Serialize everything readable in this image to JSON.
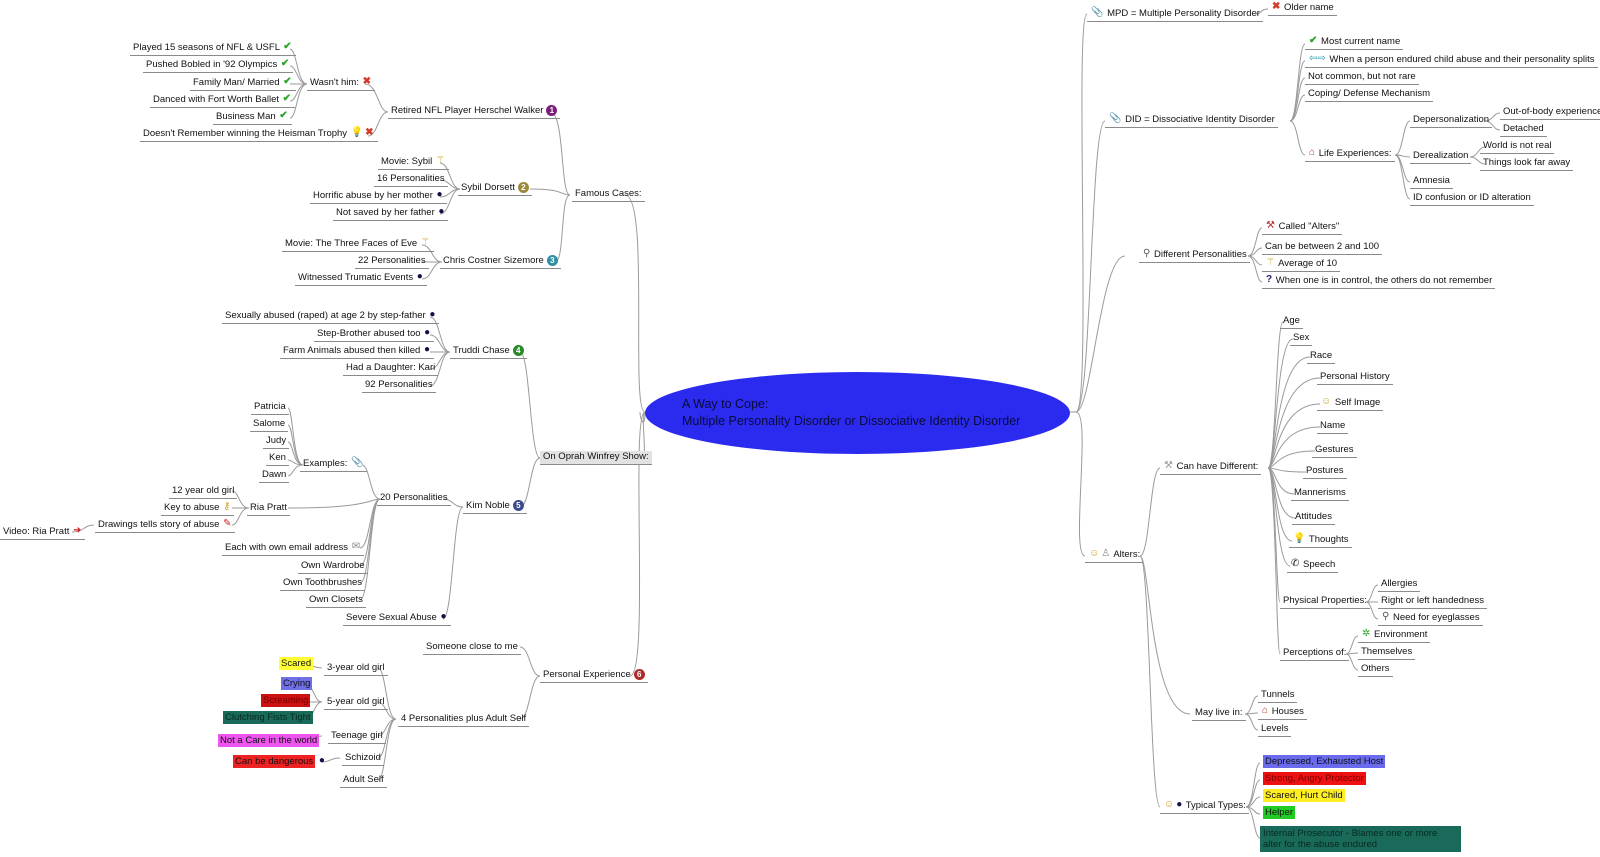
{
  "central": {
    "line1": "A Way to Cope:",
    "line2": "Multiple Personality Disorder or Dissociative Identity Disorder"
  },
  "left": {
    "famous_cases": "Famous Cases:",
    "herschel": "Retired NFL Player  Herschel Walker",
    "herschel_num": "1",
    "wasnt_him": "Wasn't him:",
    "nfl": "Played 15 seasons of NFL & USFL",
    "bobled": "Pushed Bobled in '92 Olympics",
    "family": "Family Man/ Married",
    "ballet": "Danced with Fort Worth Ballet",
    "business": "Business Man",
    "heisman": "Doesn't Remember winning the Heisman Trophy",
    "sybil": "Sybil Dorsett",
    "sybil_num": "2",
    "sybil_movie": "Movie: Sybil",
    "sybil_16": "16 Personalities",
    "sybil_abuse": "Horrific abuse by her mother",
    "sybil_father": "Not saved by her father",
    "chris": "Chris Costner Sizemore",
    "chris_num": "3",
    "chris_movie": "Movie: The Three Faces of Eve",
    "chris_22": "22 Personalities",
    "chris_witness": "Witnessed Trumatic Events",
    "oprah": "On Oprah Winfrey Show:",
    "truddi": "Truddi Chase",
    "truddi_num": "4",
    "truddi_1": "Sexually abused (raped) at age 2 by step-father",
    "truddi_2": "Step-Brother abused too",
    "truddi_3": "Farm Animals abused then killed",
    "truddi_4": "Had a Daughter: Kari",
    "truddi_5": "92 Personalities",
    "kim": "Kim Noble",
    "kim_num": "5",
    "kim_20": "20 Personalities",
    "examples": "Examples:",
    "ex": [
      "Patricia",
      "Salome",
      "Judy",
      "Ken",
      "Dawn"
    ],
    "ria": "Ria Pratt",
    "ria_1": "12 year old girl",
    "ria_2": "Key to abuse",
    "ria_3": "Drawings tells story of abuse",
    "ria_video": "Video: Ria Pratt",
    "kim_email": "Each with own email address",
    "kim_wardrobe": "Own Wardrobe",
    "kim_tooth": "Own Toothbrushes",
    "kim_closets": "Own Closets",
    "kim_severe": "Severe Sexual Abuse",
    "personal": "Personal Experience",
    "personal_num": "6",
    "someone": "Someone close to me",
    "four": "4 Personalities plus Adult Self",
    "girl3": "3-year old girl",
    "scared": "Scared",
    "girl5": "5-year old girl",
    "crying": "Crying",
    "screaming": "Screaming",
    "clutching": "Clutching Fists Tight",
    "teen": "Teenage girl",
    "notcare": "Not a Care in the world",
    "schizoid": "Schizoid",
    "dangerous": "Can be dangerous",
    "adult": "Adult Self"
  },
  "right": {
    "mpd": "MPD = Multiple Personality Disorder",
    "older": "Older name",
    "did": "DID = Dissociative Identity Disorder",
    "current": "Most current name",
    "splits": "When a person endured child abuse and their personality splits",
    "notcommon": "Not common, but not rare",
    "coping": "Coping/ Defense Mechanism",
    "life": "Life Experiences:",
    "depers": "Depersonalization",
    "oob": "Out-of-body experience",
    "detached": "Detached",
    "dereal": "Derealization",
    "worldnot": "World is not real",
    "farway": "Things look far away",
    "amnesia": "Amnesia",
    "idconf": "ID confusion or ID alteration",
    "diffpers": "Different Personalities",
    "alters_called": "Called \"Alters\"",
    "between": "Can be between 2 and 100",
    "avg": "Average of 10",
    "whenone": "When one is in control, the others do not remember",
    "alters": "Alters:",
    "canhave": "Can have Different:",
    "diff_items": [
      "Age",
      "Sex",
      "Race",
      "Personal History",
      "Self Image",
      "Name",
      "Gestures",
      "Postures",
      "Mannerisms",
      "Attitudes",
      "Thoughts",
      "Speech"
    ],
    "physical": "Physical Properties:",
    "allergies": "Allergies",
    "handed": "Right or left handedness",
    "glasses": "Need for eyeglasses",
    "perceptions": "Perceptions of:",
    "environment": "Environment",
    "themselves": "Themselves",
    "others": "Others",
    "maylive": "May live in:",
    "tunnels": "Tunnels",
    "houses": "Houses",
    "levels": "Levels",
    "typical": "Typical Types:",
    "t1": "Depressed, Exhausted Host",
    "t2": "Strong, Angry Protector",
    "t3": "Scared, Hurt Child",
    "t4": "Helper",
    "t5": "Internal Prosecutor - Blames one or more alter for the abuse endured"
  },
  "colors": {
    "center": "#2b2bf0",
    "num1": "#7b1f7b",
    "num2": "#9c8a3a",
    "num3": "#2f8fa3",
    "num4": "#2a8a2a",
    "num5": "#3a4a8a",
    "num6": "#b02a2a",
    "scared": "#ffff33",
    "crying": "#6f6fe8",
    "screaming": "#cc1111",
    "clutching": "#1a6a5a",
    "notcare": "#ee55ee",
    "dangerous": "#ee2222",
    "t1": "#6a6aee",
    "t2": "#ee1111",
    "t3": "#ffee22",
    "t4": "#22cc22",
    "t5": "#1a6a5a"
  }
}
